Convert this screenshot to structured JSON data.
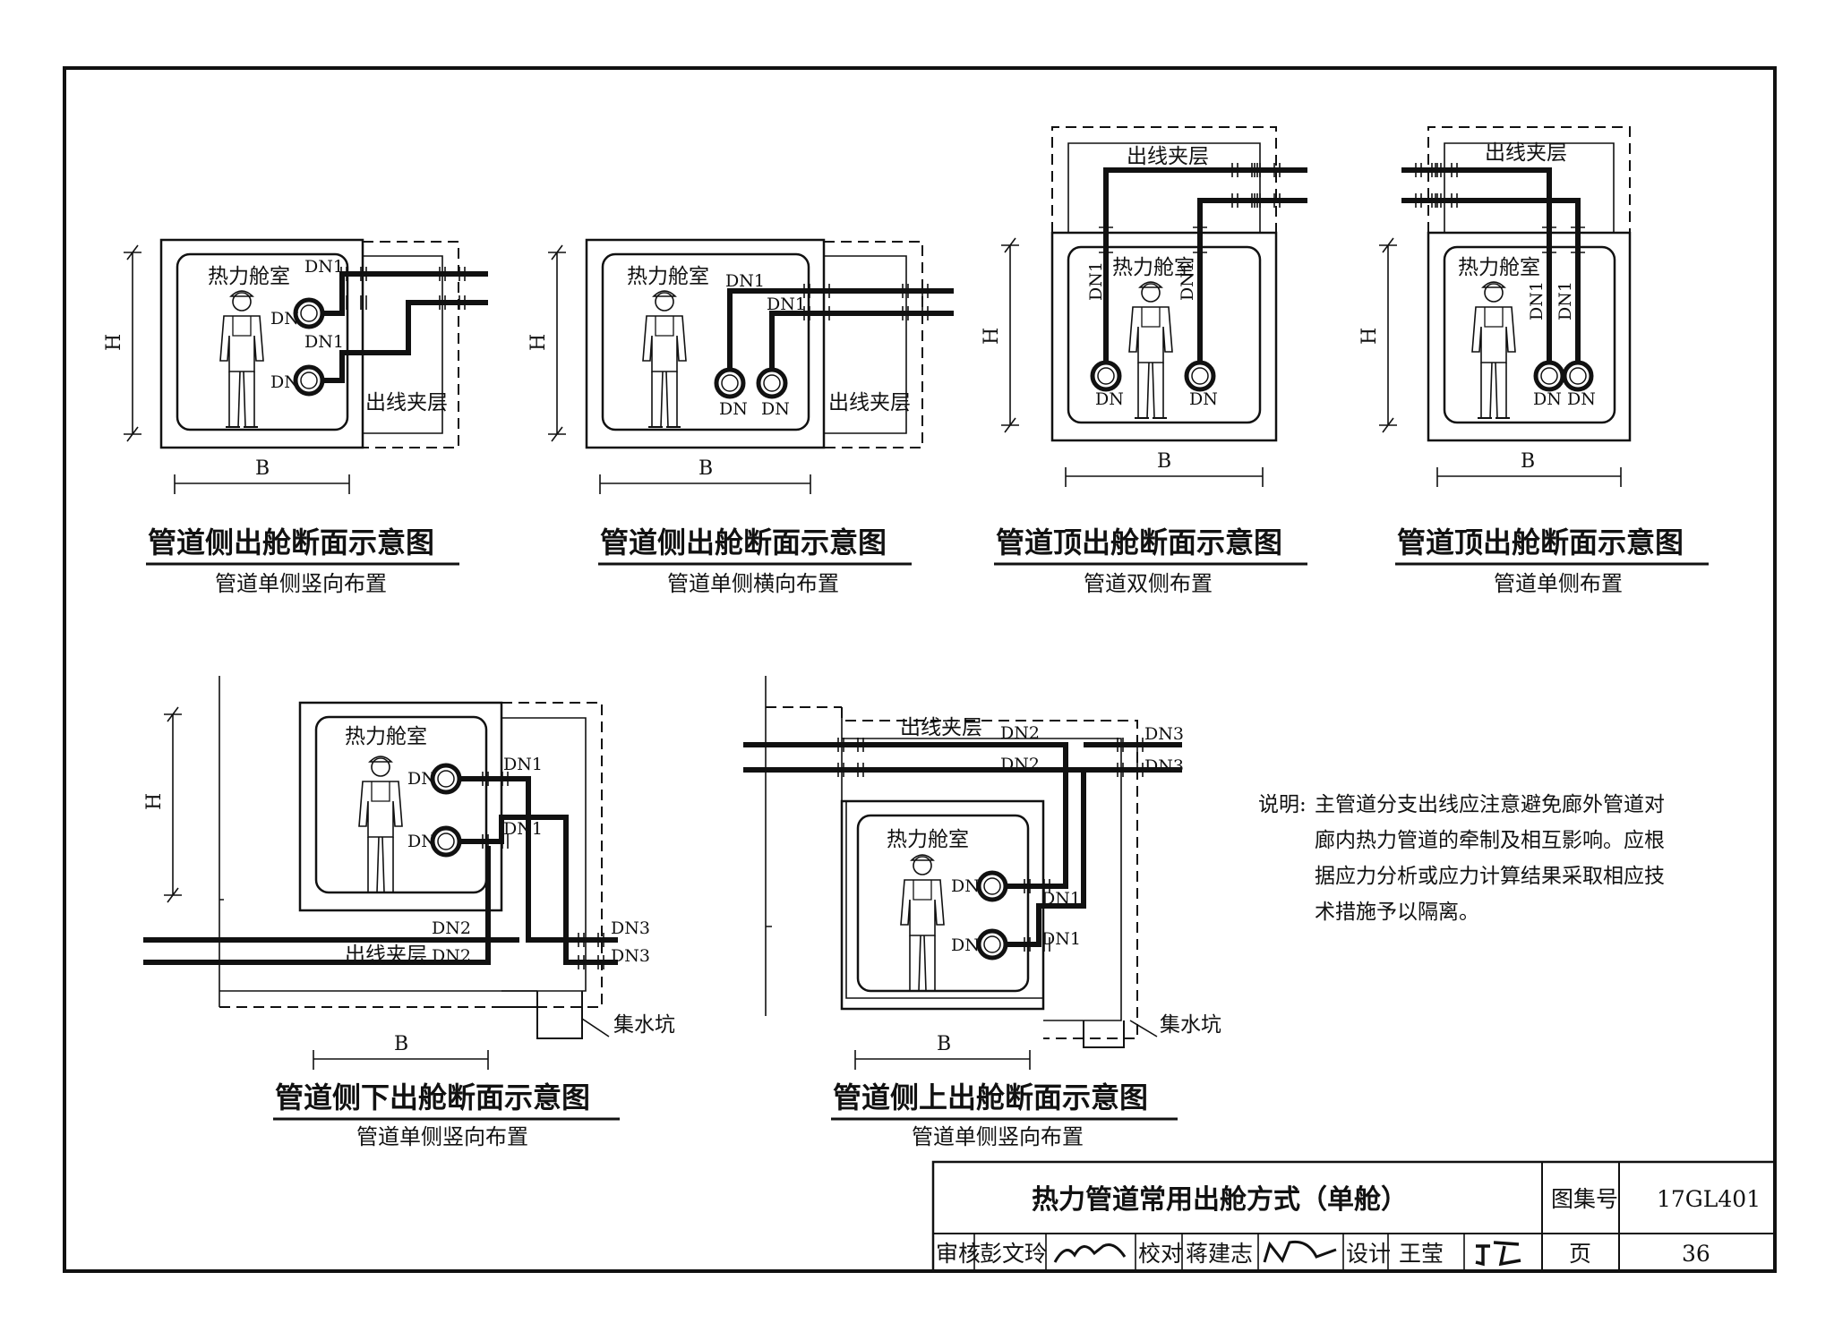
{
  "diagrams": [
    {
      "title": "管道侧出舱断面示意图",
      "subtitle": "管道单侧竖向布置",
      "room": "热力舱室",
      "layer": "出线夹层",
      "dn": "DN",
      "dn1": "DN1",
      "dim_h": "H",
      "dim_b": "B"
    },
    {
      "title": "管道侧出舱断面示意图",
      "subtitle": "管道单侧横向布置",
      "room": "热力舱室",
      "layer": "出线夹层",
      "dn": "DN",
      "dn1": "DN1",
      "dim_h": "H",
      "dim_b": "B"
    },
    {
      "title": "管道顶出舱断面示意图",
      "subtitle": "管道双侧布置",
      "room": "热力舱室",
      "layer": "出线夹层",
      "dn": "DN",
      "dn1": "DN1",
      "dim_h": "H",
      "dim_b": "B"
    },
    {
      "title": "管道顶出舱断面示意图",
      "subtitle": "管道单侧布置",
      "room": "热力舱室",
      "layer": "出线夹层",
      "dn": "DN",
      "dn1": "DN1",
      "dim_h": "H",
      "dim_b": "B"
    },
    {
      "title": "管道侧下出舱断面示意图",
      "subtitle": "管道单侧竖向布置",
      "room": "热力舱室",
      "layer": "出线夹层",
      "dn": "DN",
      "dn1": "DN1",
      "dn2": "DN2",
      "dn3": "DN3",
      "sump": "集水坑",
      "dim_h": "H",
      "dim_b": "B"
    },
    {
      "title": "管道侧上出舱断面示意图",
      "subtitle": "管道单侧竖向布置",
      "room": "热力舱室",
      "layer": "出线夹层",
      "dn": "DN",
      "dn1": "DN1",
      "dn2": "DN2",
      "dn3": "DN3",
      "sump": "集水坑",
      "dim_b": "B"
    }
  ],
  "note": {
    "label": "说明:",
    "lines": [
      "主管道分支出线应注意避免廊外管道对",
      "廊内热力管道的牵制及相互影响。应根",
      "据应力分析或应力计算结果采取相应技",
      "术措施予以隔离。"
    ]
  },
  "title_block": {
    "title": "热力管道常用出舱方式（单舱）",
    "atlas_label": "图集号",
    "atlas_no": "17GL401",
    "review_label": "审核",
    "reviewer": "彭文玲",
    "check_label": "校对",
    "checker": "蒋建志",
    "design_label": "设计",
    "designer": "王莹",
    "page_label": "页",
    "page_no": "36"
  }
}
